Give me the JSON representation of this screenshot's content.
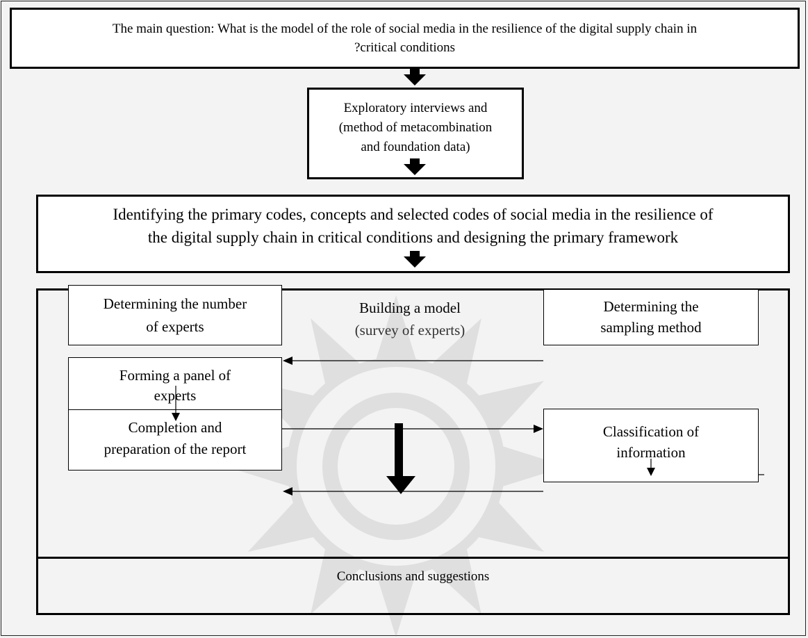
{
  "main_question": {
    "line1": "The main question: What is the model of the role of social media in the resilience of the digital supply chain in",
    "line2": "?critical conditions"
  },
  "exploratory": {
    "line1": "Exploratory interviews and",
    "line2": "(method of metacombination",
    "line3": "and foundation data)"
  },
  "identifying": {
    "line1": "Identifying the primary codes, concepts and selected codes of social media in the resilience of",
    "line2": "the digital supply chain in critical conditions and designing the primary framework"
  },
  "building": {
    "title": "Building a model",
    "subtitle": "(survey of experts)"
  },
  "number_of_experts": {
    "line1": "Determining the number",
    "line2": "of experts"
  },
  "sampling_method": {
    "line1": "Determining the",
    "line2": "sampling method"
  },
  "panel": {
    "line1": "Forming a panel of",
    "line2": "experts"
  },
  "report": {
    "line1": "Completion and",
    "line2": "preparation of the report"
  },
  "classification": {
    "line1": "Classification of",
    "line2": "information"
  },
  "conclusions": {
    "text": "Conclusions and suggestions"
  }
}
